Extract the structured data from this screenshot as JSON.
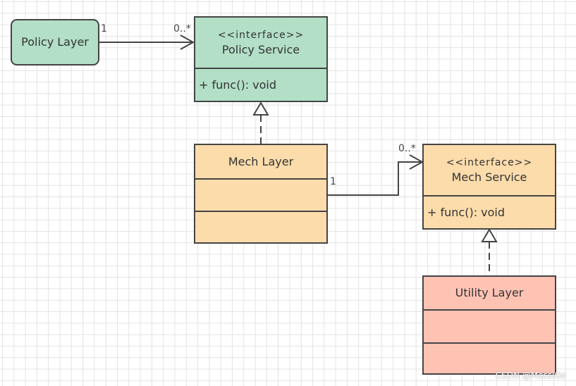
{
  "colors": {
    "green": "#b2dfc6",
    "orange": "#fddcab",
    "red": "#ffc3b4",
    "stroke": "#444444"
  },
  "policy_layer": {
    "name": "Policy Layer"
  },
  "policy_service": {
    "stereotype": "<<interface>>",
    "name": "Policy Service",
    "operation": "+  func(): void"
  },
  "mech_layer": {
    "name": "Mech Layer"
  },
  "mech_service": {
    "stereotype": "<<interface>>",
    "name": "Mech Service",
    "operation": "+ func(): void"
  },
  "utility_layer": {
    "name": "Utility Layer"
  },
  "associations": {
    "policy_to_service": {
      "source_mult": "1",
      "target_mult": "0..*"
    },
    "mech_to_service": {
      "source_mult": "1",
      "target_mult": "0..*"
    }
  },
  "watermark": "CSDN @MessiGo"
}
